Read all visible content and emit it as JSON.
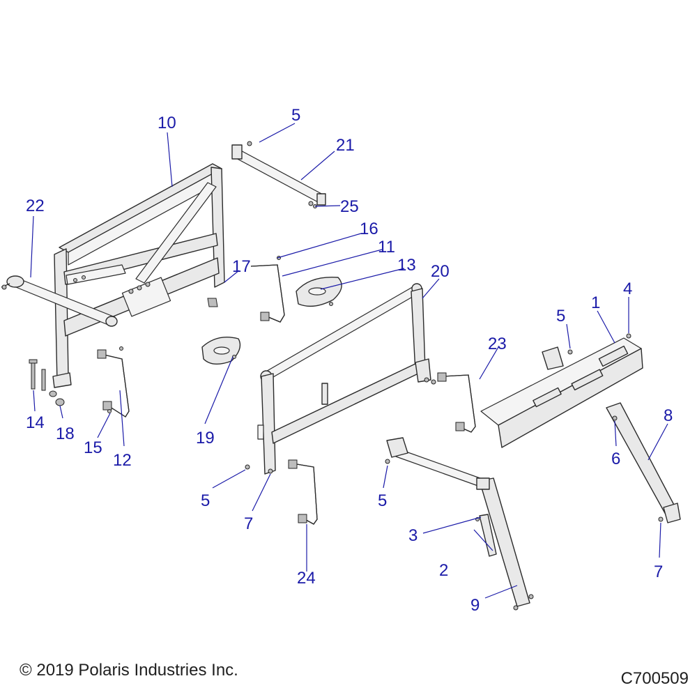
{
  "copyright": "© 2019 Polaris Industries Inc.",
  "drawing_number": "C700509",
  "callouts": [
    {
      "id": "c1",
      "label": "1"
    },
    {
      "id": "c2",
      "label": "2"
    },
    {
      "id": "c3",
      "label": "3"
    },
    {
      "id": "c4",
      "label": "4"
    },
    {
      "id": "c5a",
      "label": "5"
    },
    {
      "id": "c5b",
      "label": "5"
    },
    {
      "id": "c5c",
      "label": "5"
    },
    {
      "id": "c5d",
      "label": "5"
    },
    {
      "id": "c6",
      "label": "6"
    },
    {
      "id": "c7a",
      "label": "7"
    },
    {
      "id": "c7b",
      "label": "7"
    },
    {
      "id": "c8",
      "label": "8"
    },
    {
      "id": "c9",
      "label": "9"
    },
    {
      "id": "c10",
      "label": "10"
    },
    {
      "id": "c11",
      "label": "11"
    },
    {
      "id": "c12",
      "label": "12"
    },
    {
      "id": "c13",
      "label": "13"
    },
    {
      "id": "c14",
      "label": "14"
    },
    {
      "id": "c15",
      "label": "15"
    },
    {
      "id": "c16",
      "label": "16"
    },
    {
      "id": "c17",
      "label": "17"
    },
    {
      "id": "c18",
      "label": "18"
    },
    {
      "id": "c19",
      "label": "19"
    },
    {
      "id": "c20",
      "label": "20"
    },
    {
      "id": "c21",
      "label": "21"
    },
    {
      "id": "c22",
      "label": "22"
    },
    {
      "id": "c23",
      "label": "23"
    },
    {
      "id": "c24",
      "label": "24"
    },
    {
      "id": "c25",
      "label": "25"
    }
  ]
}
